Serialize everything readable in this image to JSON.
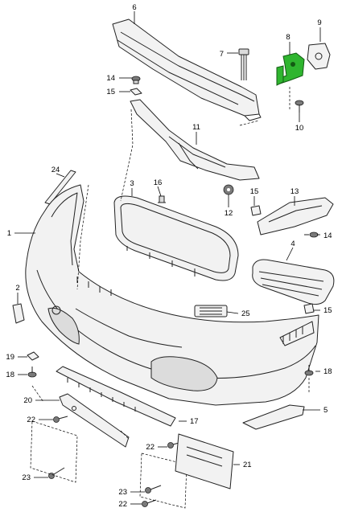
{
  "diagram": {
    "callouts": [
      {
        "label": "1"
      },
      {
        "label": "2"
      },
      {
        "label": "3"
      },
      {
        "label": "4"
      },
      {
        "label": "5"
      },
      {
        "label": "6"
      },
      {
        "label": "7"
      },
      {
        "label": "8"
      },
      {
        "label": "9"
      },
      {
        "label": "10"
      },
      {
        "label": "11"
      },
      {
        "label": "12"
      },
      {
        "label": "13"
      },
      {
        "label": "14"
      },
      {
        "label": "14"
      },
      {
        "label": "15"
      },
      {
        "label": "15"
      },
      {
        "label": "15"
      },
      {
        "label": "16"
      },
      {
        "label": "17"
      },
      {
        "label": "18"
      },
      {
        "label": "18"
      },
      {
        "label": "19"
      },
      {
        "label": "20"
      },
      {
        "label": "21"
      },
      {
        "label": "22"
      },
      {
        "label": "22"
      },
      {
        "label": "22"
      },
      {
        "label": "23"
      },
      {
        "label": "23"
      },
      {
        "label": "24"
      },
      {
        "label": "25"
      }
    ],
    "highlight_color": "#2fb52f"
  }
}
